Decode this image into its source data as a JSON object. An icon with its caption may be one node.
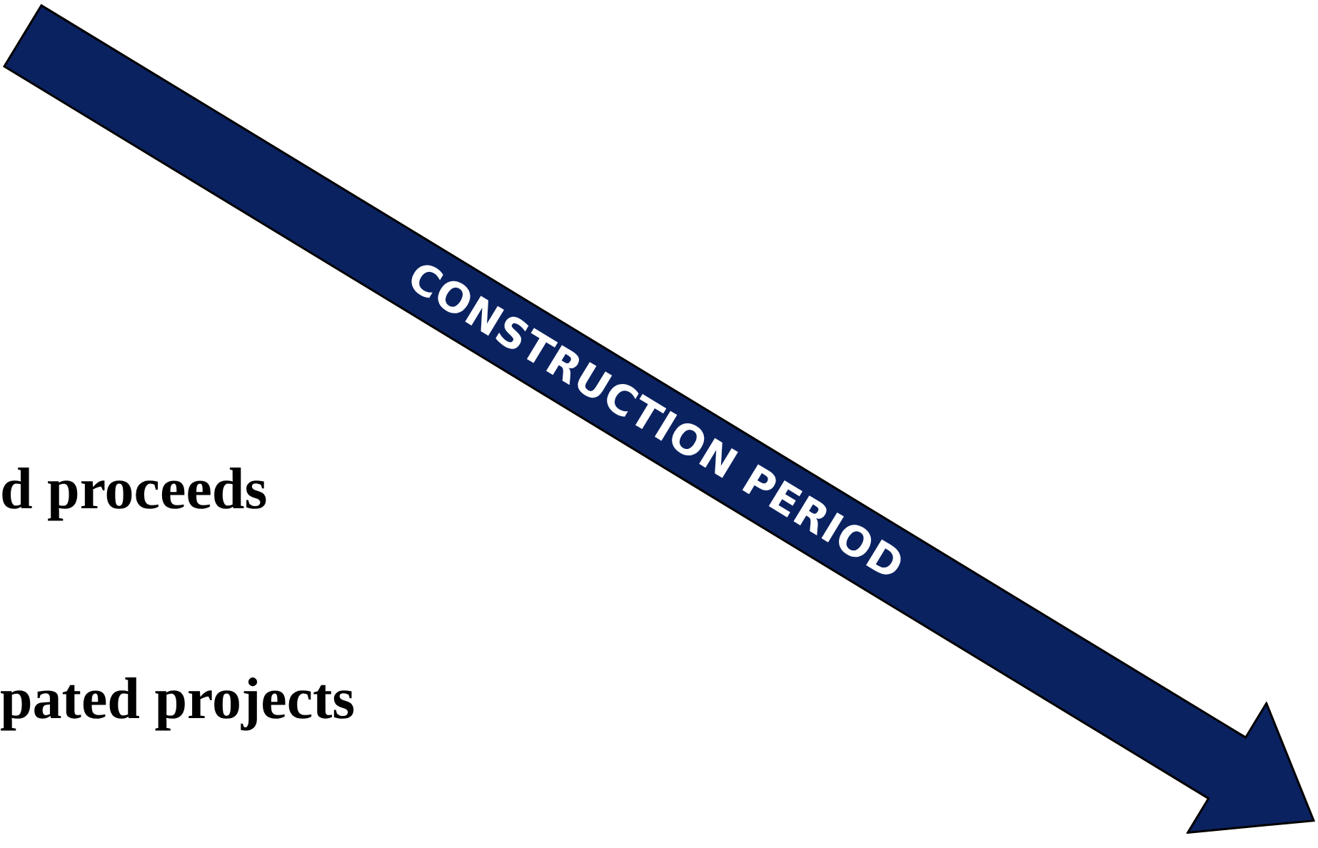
{
  "diagram": {
    "nodes": [
      {
        "text": [
          "CONSTRUCTION PERIOD"
        ]
      }
    ],
    "edges": [],
    "labels": [
      "d proceeds",
      "pated projects"
    ]
  }
}
